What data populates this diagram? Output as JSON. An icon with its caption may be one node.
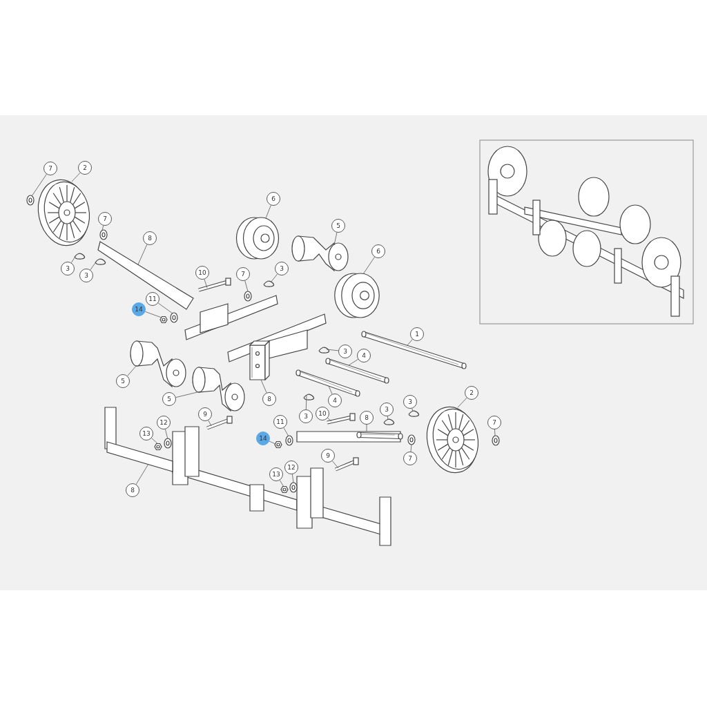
{
  "diagram": {
    "nodes": [
      {
        "text": [
          "7"
        ]
      },
      {
        "text": [
          "2"
        ]
      },
      {
        "text": [
          "6"
        ]
      },
      {
        "text": [
          "5"
        ]
      },
      {
        "text": [
          "7"
        ]
      },
      {
        "text": [
          "8"
        ]
      },
      {
        "text": [
          "6"
        ]
      },
      {
        "text": [
          "3"
        ]
      },
      {
        "text": [
          "3"
        ]
      },
      {
        "text": [
          "3"
        ]
      },
      {
        "text": [
          "10"
        ]
      },
      {
        "text": [
          "7"
        ]
      },
      {
        "text": [
          "11"
        ]
      },
      {
        "text": [
          "14"
        ]
      },
      {
        "text": [
          "1"
        ]
      },
      {
        "text": [
          "3"
        ]
      },
      {
        "text": [
          "4"
        ]
      },
      {
        "text": [
          "5"
        ]
      },
      {
        "text": [
          "5"
        ]
      },
      {
        "text": [
          "8"
        ]
      },
      {
        "text": [
          "4"
        ]
      },
      {
        "text": [
          "2"
        ]
      },
      {
        "text": [
          "3"
        ]
      },
      {
        "text": [
          "3"
        ]
      },
      {
        "text": [
          "9"
        ]
      },
      {
        "text": [
          "10"
        ]
      },
      {
        "text": [
          "3"
        ]
      },
      {
        "text": [
          "8"
        ]
      },
      {
        "text": [
          "11"
        ]
      },
      {
        "text": [
          "12"
        ]
      },
      {
        "text": [
          "7"
        ]
      },
      {
        "text": [
          "13"
        ]
      },
      {
        "text": [
          "14"
        ]
      },
      {
        "text": [
          "7"
        ]
      },
      {
        "text": [
          "9"
        ]
      },
      {
        "text": [
          "12"
        ]
      },
      {
        "text": [
          "13"
        ]
      },
      {
        "text": [
          "8"
        ]
      },
      {
        "text": [],
        "shape": "picture"
      },
      {
        "text": [],
        "shape": "picture"
      },
      {
        "text": [],
        "shape": "picture"
      },
      {
        "text": [],
        "shape": "picture"
      },
      {
        "text": [],
        "shape": "picture"
      },
      {
        "text": [],
        "shape": "picture"
      },
      {
        "text": [],
        "shape": "picture"
      },
      {
        "text": [],
        "shape": "picture"
      },
      {
        "text": [],
        "shape": "picture"
      },
      {
        "text": [],
        "shape": "picture"
      },
      {
        "text": [],
        "shape": "picture"
      },
      {
        "text": [],
        "shape": "picture"
      },
      {
        "text": [],
        "shape": "picture"
      },
      {
        "text": [],
        "shape": "picture"
      },
      {
        "text": [],
        "shape": "picture"
      },
      {
        "text": [],
        "shape": "picture"
      },
      {
        "text": [],
        "shape": "picture"
      },
      {
        "text": [],
        "shape": "picture"
      },
      {
        "text": [],
        "shape": "picture"
      },
      {
        "text": [],
        "shape": "picture"
      },
      {
        "text": [],
        "shape": "picture"
      },
      {
        "text": [],
        "shape": "picture"
      },
      {
        "text": [],
        "shape": "picture"
      },
      {
        "text": [],
        "shape": "picture"
      },
      {
        "text": [],
        "shape": "picture"
      },
      {
        "text": [],
        "shape": "picture"
      },
      {
        "text": [],
        "shape": "picture"
      },
      {
        "text": [],
        "shape": "picture"
      },
      {
        "text": [],
        "shape": "picture"
      },
      {
        "text": [],
        "shape": "picture"
      },
      {
        "text": [],
        "shape": "picture"
      },
      {
        "text": [],
        "shape": "picture"
      },
      {
        "text": [],
        "shape": "picture"
      },
      {
        "text": [],
        "shape": "picture"
      },
      {
        "text": [],
        "shape": "picture"
      },
      {
        "text": [],
        "shape": "picture"
      },
      {
        "text": [],
        "shape": "picture"
      },
      {
        "text": [],
        "shape": "picture"
      }
    ],
    "edges": [
      {
        "from": 0,
        "to": 38,
        "arrow": "none"
      },
      {
        "from": 1,
        "to": 39,
        "arrow": "none"
      },
      {
        "from": 2,
        "to": 40,
        "arrow": "none"
      },
      {
        "from": 3,
        "to": 41,
        "arrow": "none"
      },
      {
        "from": 4,
        "to": 42,
        "arrow": "none"
      },
      {
        "from": 5,
        "to": 43,
        "arrow": "none"
      },
      {
        "from": 6,
        "to": 44,
        "arrow": "none"
      },
      {
        "from": 7,
        "to": 45,
        "arrow": "none"
      },
      {
        "from": 8,
        "to": 46,
        "arrow": "none"
      },
      {
        "from": 9,
        "to": 47,
        "arrow": "none"
      },
      {
        "from": 10,
        "to": 48,
        "arrow": "none"
      },
      {
        "from": 11,
        "to": 49,
        "arrow": "none"
      },
      {
        "from": 12,
        "to": 50,
        "arrow": "none"
      },
      {
        "from": 13,
        "to": 51,
        "arrow": "none"
      },
      {
        "from": 14,
        "to": 52,
        "arrow": "none"
      },
      {
        "from": 15,
        "to": 53,
        "arrow": "none"
      },
      {
        "from": 16,
        "to": 54,
        "arrow": "none"
      },
      {
        "from": 17,
        "to": 55,
        "arrow": "none"
      },
      {
        "from": 18,
        "to": 56,
        "arrow": "none"
      },
      {
        "from": 19,
        "to": 57,
        "arrow": "none"
      },
      {
        "from": 20,
        "to": 58,
        "arrow": "none"
      },
      {
        "from": 21,
        "to": 59,
        "arrow": "none"
      },
      {
        "from": 22,
        "to": 60,
        "arrow": "none"
      },
      {
        "from": 23,
        "to": 61,
        "arrow": "none"
      },
      {
        "from": 24,
        "to": 62,
        "arrow": "none"
      },
      {
        "from": 25,
        "to": 63,
        "arrow": "none"
      },
      {
        "from": 26,
        "to": 64,
        "arrow": "none"
      },
      {
        "from": 27,
        "to": 65,
        "arrow": "none"
      },
      {
        "from": 28,
        "to": 66,
        "arrow": "none"
      },
      {
        "from": 29,
        "to": 67,
        "arrow": "none"
      },
      {
        "from": 30,
        "to": 68,
        "arrow": "none"
      },
      {
        "from": 31,
        "to": 69,
        "arrow": "none"
      },
      {
        "from": 32,
        "to": 70,
        "arrow": "none"
      },
      {
        "from": 33,
        "to": 71,
        "arrow": "none"
      },
      {
        "from": 34,
        "to": 72,
        "arrow": "none"
      },
      {
        "from": 35,
        "to": 73,
        "arrow": "none"
      },
      {
        "from": 36,
        "to": 74,
        "arrow": "none"
      },
      {
        "from": 37,
        "to": 75,
        "arrow": "none"
      }
    ]
  }
}
